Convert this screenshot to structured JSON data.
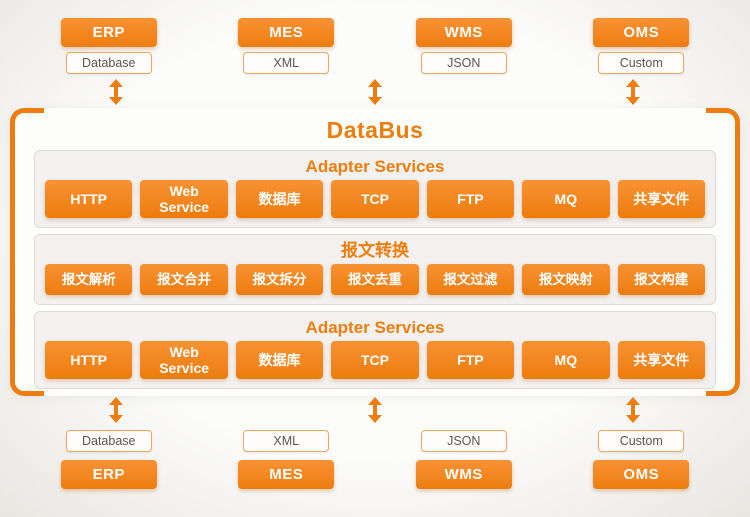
{
  "palette": {
    "orange": "#ee7d0f",
    "orange_light": "#f79234",
    "panel_gray": "#f2f1ef",
    "text_white": "#ffffff",
    "protocol_text": "#5c544a"
  },
  "top_systems": [
    {
      "label": "ERP",
      "protocol": "Database"
    },
    {
      "label": "MES",
      "protocol": "XML"
    },
    {
      "label": "WMS",
      "protocol": "JSON"
    },
    {
      "label": "OMS",
      "protocol": "Custom"
    }
  ],
  "bottom_systems": [
    {
      "label": "ERP",
      "protocol": "Database"
    },
    {
      "label": "MES",
      "protocol": "XML"
    },
    {
      "label": "WMS",
      "protocol": "JSON"
    },
    {
      "label": "OMS",
      "protocol": "Custom"
    }
  ],
  "databus": {
    "title": "DataBus",
    "sections": [
      {
        "title": "Adapter Services",
        "items": [
          "HTTP",
          "Web Service",
          "数据库",
          "TCP",
          "FTP",
          "MQ",
          "共享文件"
        ]
      },
      {
        "title": "报文转换",
        "items": [
          "报文解析",
          "报文合并",
          "报文拆分",
          "报文去重",
          "报文过滤",
          "报文映射",
          "报文构建"
        ]
      },
      {
        "title": "Adapter Services",
        "items": [
          "HTTP",
          "Web Service",
          "数据库",
          "TCP",
          "FTP",
          "MQ",
          "共享文件"
        ]
      }
    ]
  }
}
